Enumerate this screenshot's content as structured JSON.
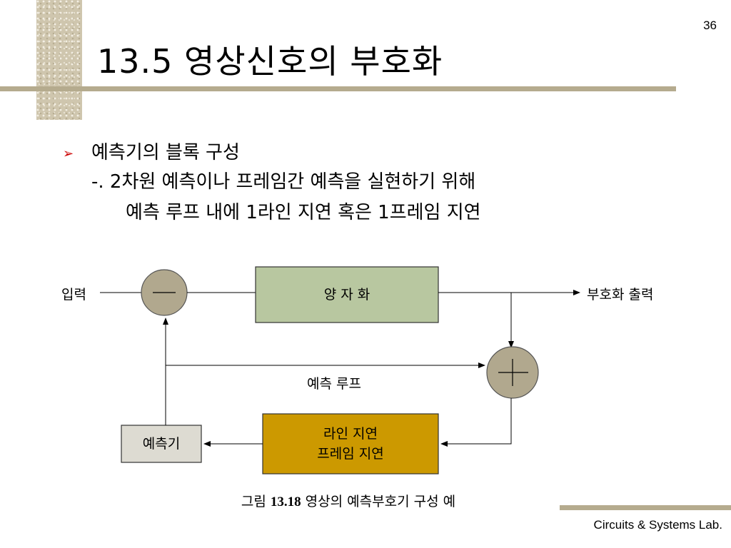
{
  "slide": {
    "page_number": "36",
    "title": "13.5 영상신호의 부호화",
    "bullet": {
      "line1": "예측기의 블록 구성",
      "line2": "-. 2차원 예측이나 프레임간 예측을 실현하기 위해",
      "line3": "예측 루프 내에 1라인 지연 혹은 1프레임 지연"
    }
  },
  "diagram": {
    "input_label": "입력",
    "quantizer_label": "양 자 화",
    "output_label": "부호화 출력",
    "loop_label": "예측 루프",
    "delay_label_1": "라인 지연",
    "delay_label_2": "프레임 지연",
    "predictor_label": "예측기",
    "colors": {
      "quantizer": "#b8c7a0",
      "delay": "#cc9900",
      "predictor": "#dddbd2",
      "node": "#b1a88e"
    }
  },
  "caption": {
    "prefix": "그림 ",
    "number": "13.18",
    "text": " 영상의 예측부호기 구성 예"
  },
  "footer": {
    "lab": "Circuits & Systems Lab."
  }
}
